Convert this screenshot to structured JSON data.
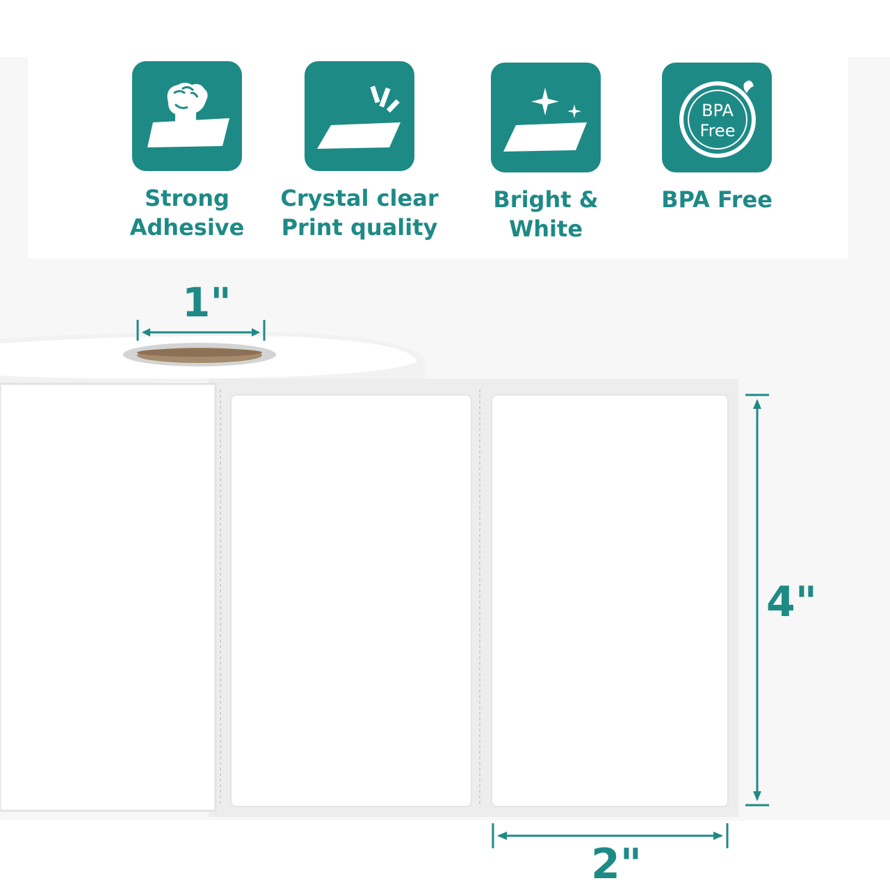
{
  "features": [
    {
      "icon": "fist-on-label-icon",
      "lines": [
        "Strong",
        "Adhesive"
      ]
    },
    {
      "icon": "print-lines-icon",
      "lines": [
        "Crystal clear",
        "Print quality"
      ]
    },
    {
      "icon": "sparkle-icon",
      "lines": [
        "Bright &",
        "White"
      ]
    },
    {
      "icon": "bpa-free-badge-icon",
      "badge_lines": [
        "BPA",
        "Free"
      ],
      "lines": [
        "BPA Free"
      ]
    }
  ],
  "dimensions": {
    "core": "1\"",
    "height": "4\"",
    "width": "2\""
  },
  "colors": {
    "accent": "#1e8a86",
    "label": "#ffffff",
    "background": "#f7f7f7"
  }
}
